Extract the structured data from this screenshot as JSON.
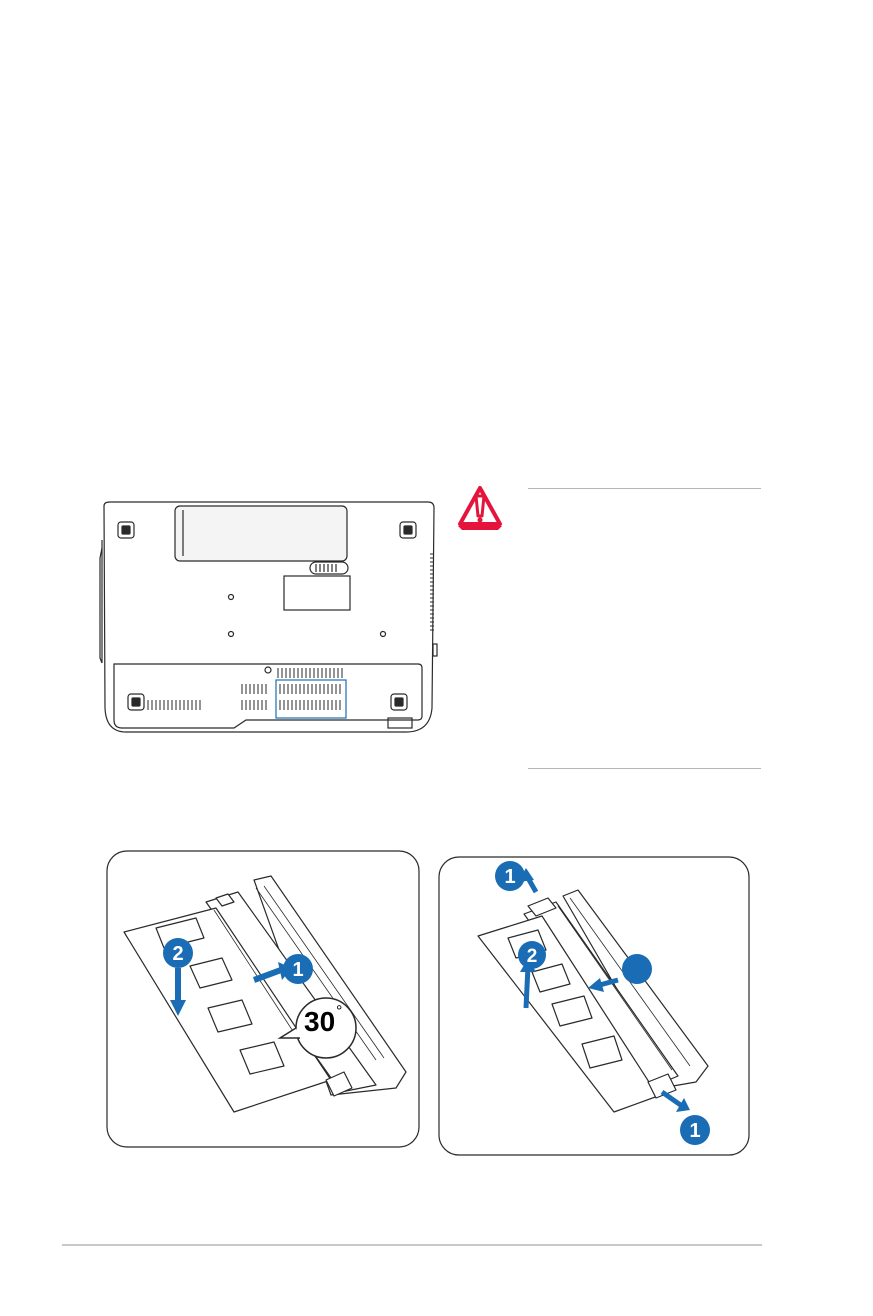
{
  "colors": {
    "accent_blue": "#1a6db5",
    "warning_red": "#e4143c",
    "line_gray": "#b5b5b5",
    "outline": "#2a2a2a"
  },
  "icons": {
    "warning": "warning-triangle-icon"
  },
  "install_panel": {
    "step1": "1",
    "step2": "2",
    "angle": "30",
    "degree_symbol": "°"
  },
  "remove_panel": {
    "step1_top": "1",
    "step1_bottom": "1",
    "step2": "2"
  }
}
